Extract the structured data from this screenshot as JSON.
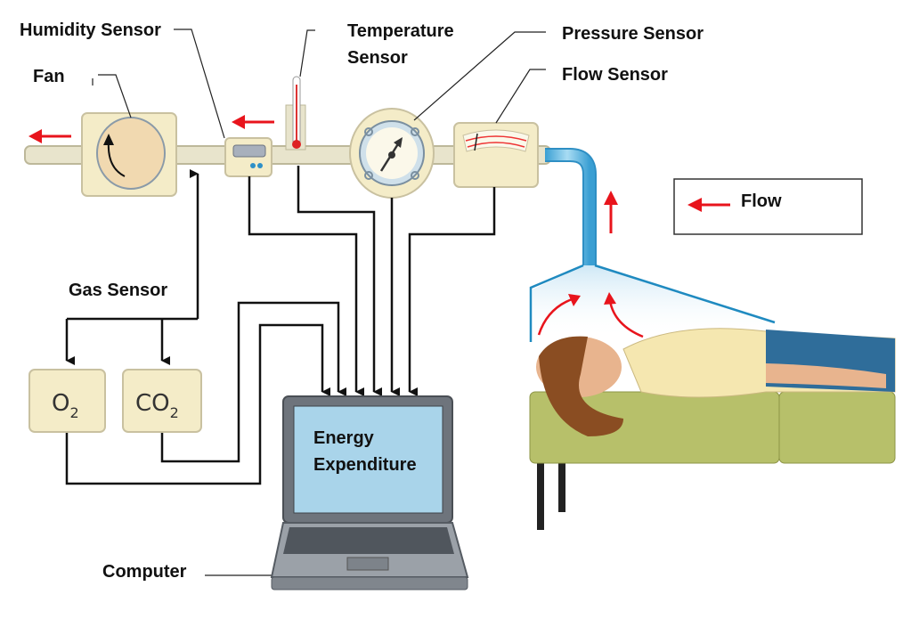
{
  "labels": {
    "humidity_sensor": "Humidity Sensor",
    "fan": "Fan",
    "temperature_sensor_line1": "Temperature",
    "temperature_sensor_line2": "Sensor",
    "pressure_sensor": "Pressure Sensor",
    "flow_sensor": "Flow Sensor",
    "gas_sensor": "Gas Sensor",
    "computer": "Computer",
    "screen_line1": "Energy",
    "screen_line2": "Expenditure"
  },
  "gas_boxes": {
    "o2": {
      "main": "O",
      "sub": "2"
    },
    "co2": {
      "main": "CO",
      "sub": "2"
    }
  },
  "legend": {
    "label": "Flow",
    "arrow_color": "#e8141c"
  },
  "colors": {
    "flow_arrow": "#e8141c",
    "component_fill": "#f4ecc8",
    "tube": "#5bb5e0",
    "screen": "#a9d4ea",
    "table": "#b7c06a"
  }
}
